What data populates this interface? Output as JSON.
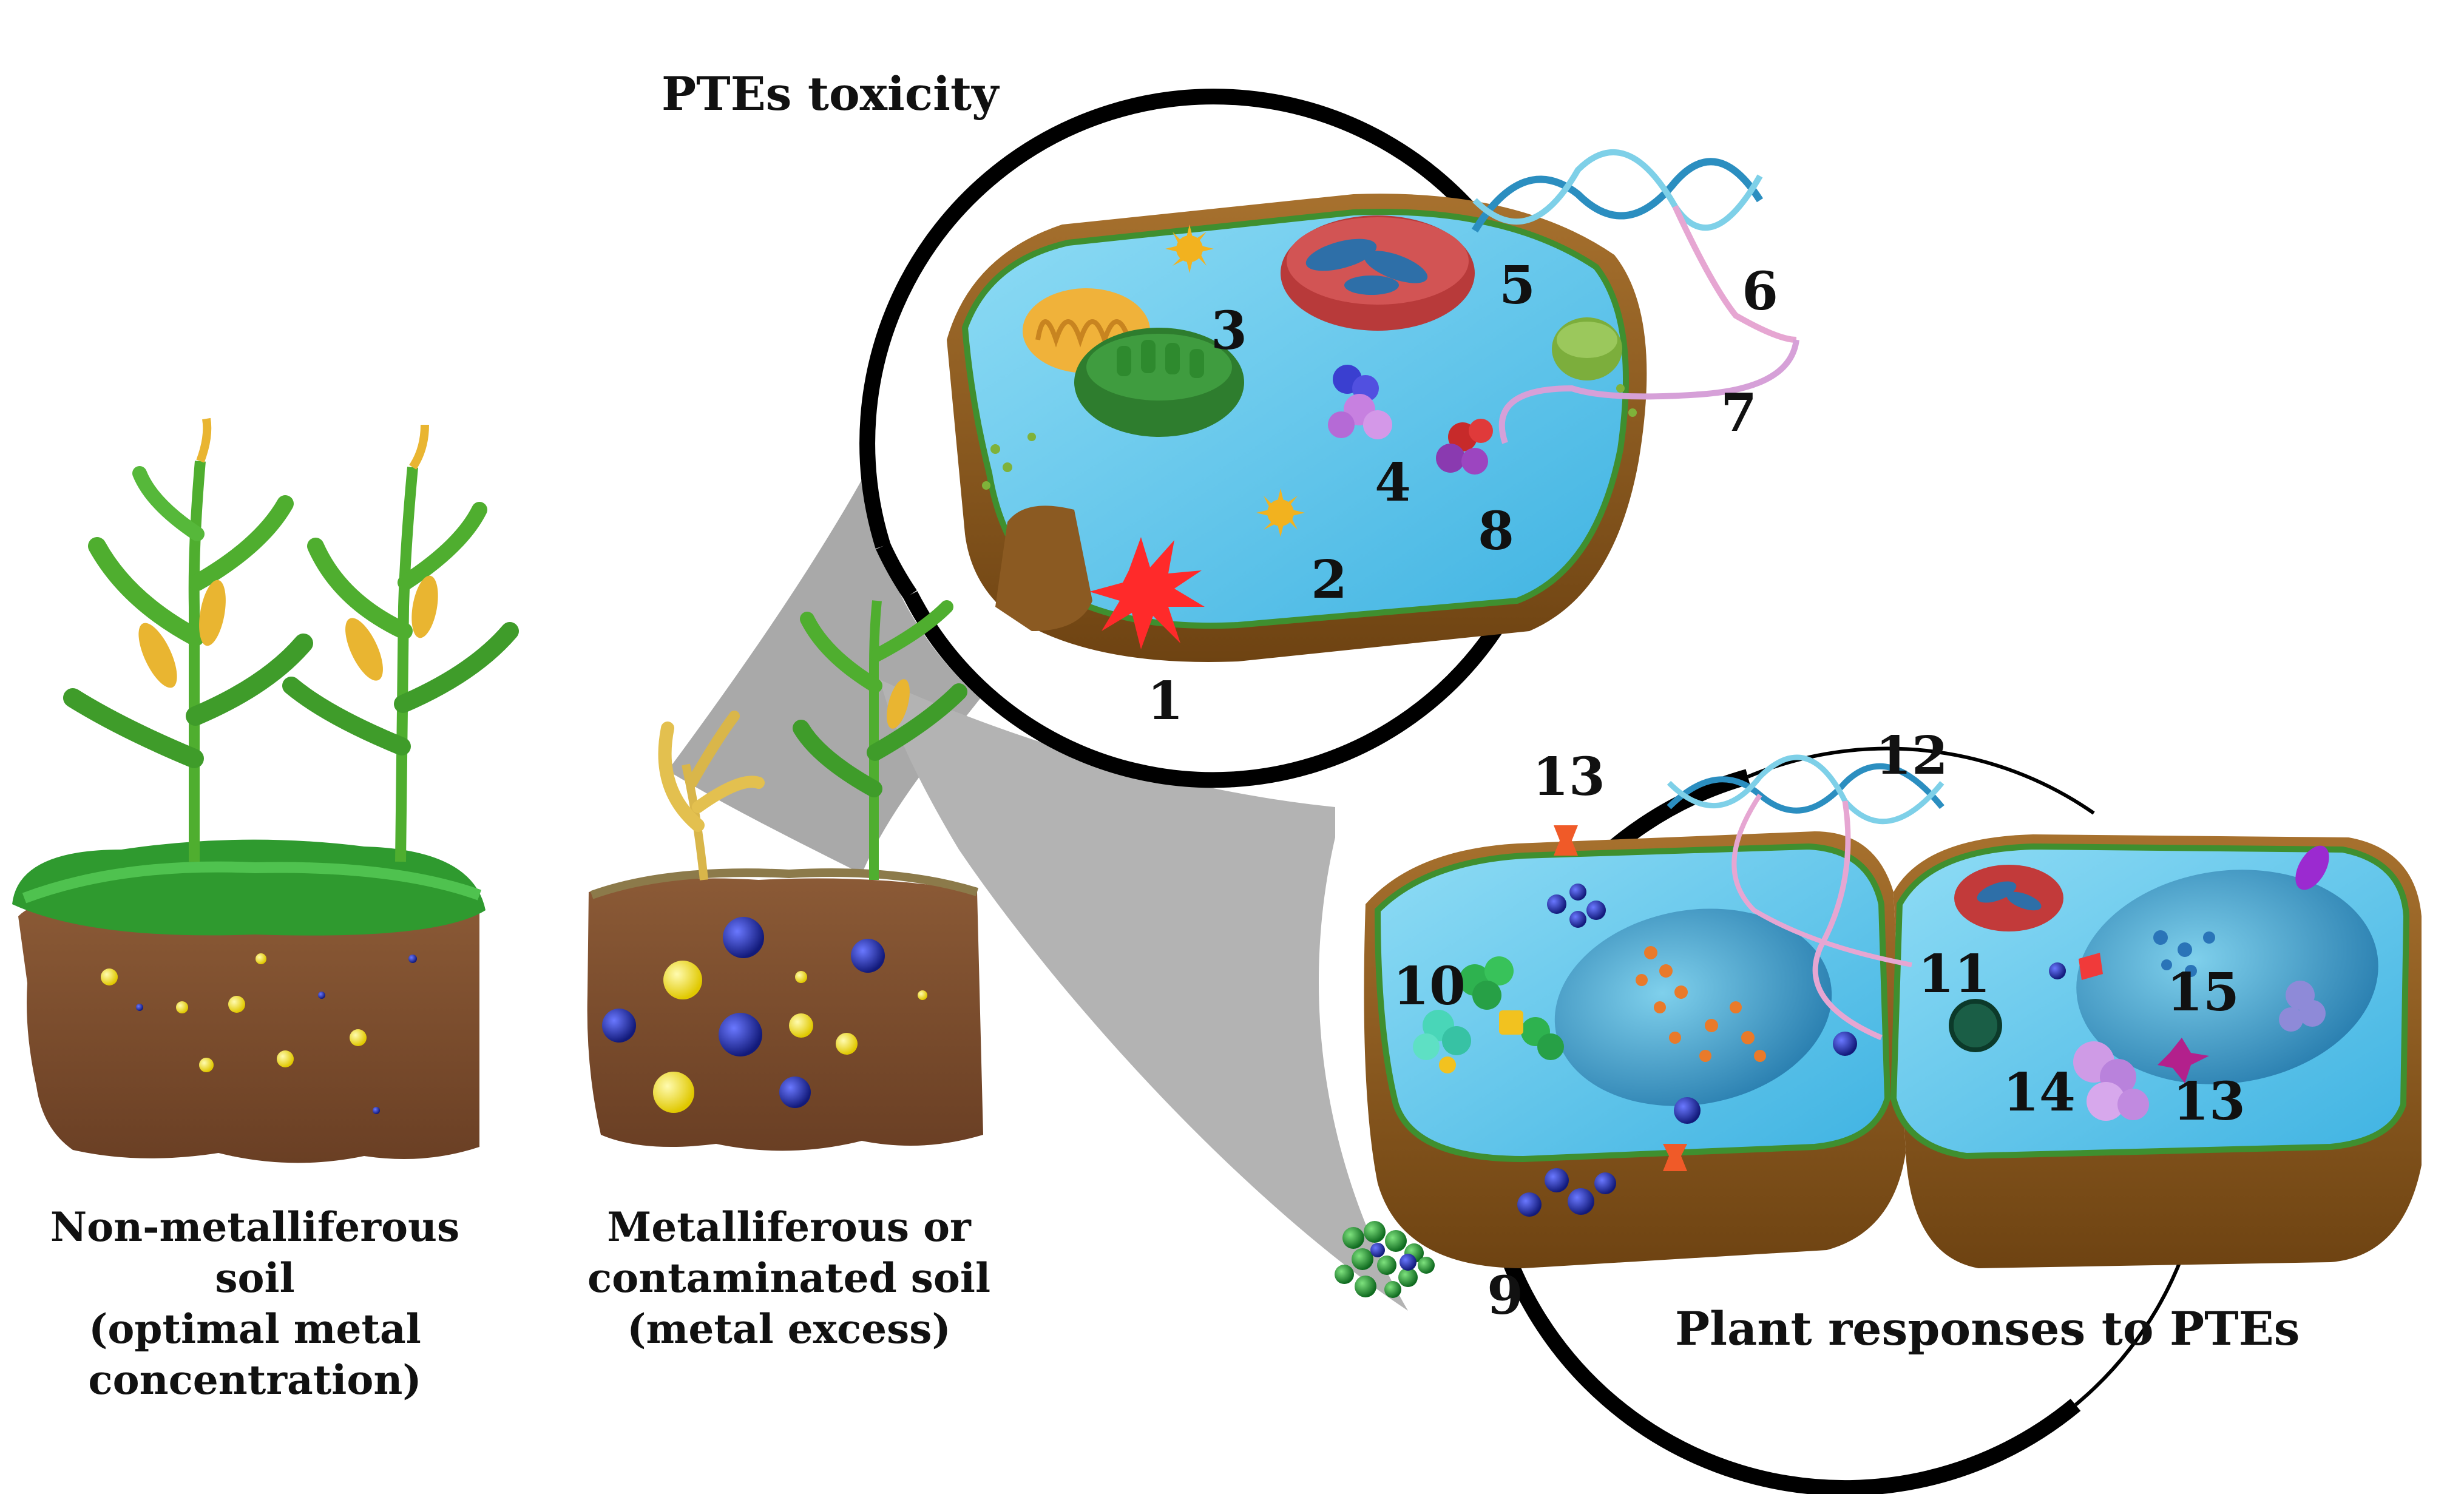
{
  "titles": {
    "toxicity": "PTEs toxicity",
    "responses": "Plant responses to PTEs"
  },
  "soil_captions": {
    "non_metalliferous": [
      "Non-metalliferous",
      "soil",
      "(optimal metal",
      "concentration)"
    ],
    "metalliferous": [
      "Metalliferous or",
      "contaminated soil",
      "(metal excess)"
    ]
  },
  "toxicity_labels": [
    "1",
    "2",
    "3",
    "4",
    "5",
    "6",
    "7",
    "8"
  ],
  "response_labels": [
    "9",
    "10",
    "11",
    "12",
    "13",
    "13",
    "14",
    "15"
  ],
  "colors": {
    "cytoplasm": "#5cc7ea",
    "cell_wall": "#8a5a1e",
    "membrane": "#3f8f2f",
    "soil": "#7a4a2a",
    "grass": "#2e9e2e",
    "metal_blue": "#1e2a9e",
    "metal_yellow": "#f2e21f",
    "ros_red": "#ff2020",
    "nucleus": "#3a9ec9",
    "mitochondrion": "#f2b73a",
    "chloroplast": "#2e7d2e"
  }
}
